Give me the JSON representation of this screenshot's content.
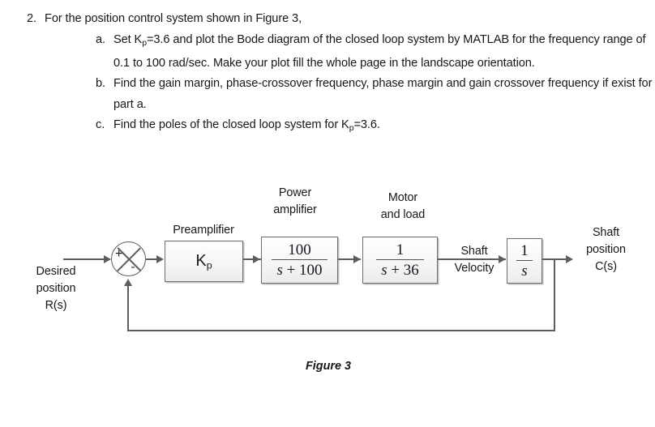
{
  "question": {
    "number": "2.",
    "stem": "For the position control system shown in Figure 3,",
    "parts": [
      {
        "marker": "a.",
        "text_before_sub": "Set K",
        "sub": "p",
        "text_after_sub": "=3.6 and plot the Bode diagram of the closed loop system by MATLAB for the frequency range of 0.1 to 100 rad/sec. Make your plot fill the whole page in the landscape orientation."
      },
      {
        "marker": "b.",
        "text_before_sub": "Find the gain margin, phase-crossover frequency, phase margin and gain crossover frequency if exist for part a.",
        "sub": "",
        "text_after_sub": ""
      },
      {
        "marker": "c.",
        "text_before_sub": "Find the poles of the closed loop system for K",
        "sub": "p",
        "text_after_sub": "=3.6."
      }
    ]
  },
  "diagram": {
    "input_label": "Desired\nposition\nR(s)",
    "summing_junction": {
      "plus": "+",
      "minus": "-"
    },
    "blocks": [
      {
        "name": "preamplifier",
        "title": "Preamplifier",
        "content_type": "gain",
        "gain_base": "K",
        "gain_sub": "p"
      },
      {
        "name": "power-amplifier",
        "title": "Power\namplifier",
        "content_type": "fraction",
        "numerator": "100",
        "denominator_italic": "s",
        "denominator_rest": " + 100"
      },
      {
        "name": "motor-and-load",
        "title": "Motor\nand load",
        "content_type": "fraction",
        "numerator": "1",
        "denominator_italic": "s",
        "denominator_rest": " + 36"
      },
      {
        "name": "integrator",
        "title": "",
        "content_type": "fraction",
        "numerator": "1",
        "denominator_italic": "s",
        "denominator_rest": ""
      }
    ],
    "signal_labels": {
      "shaft_velocity": "Shaft\nVelocity",
      "shaft_position": "Shaft\nposition\nC(s)"
    },
    "caption": "Figure 3"
  },
  "colors": {
    "text": "#171717",
    "wire": "#5d5d5d",
    "block_border": "#6e6e6e"
  }
}
